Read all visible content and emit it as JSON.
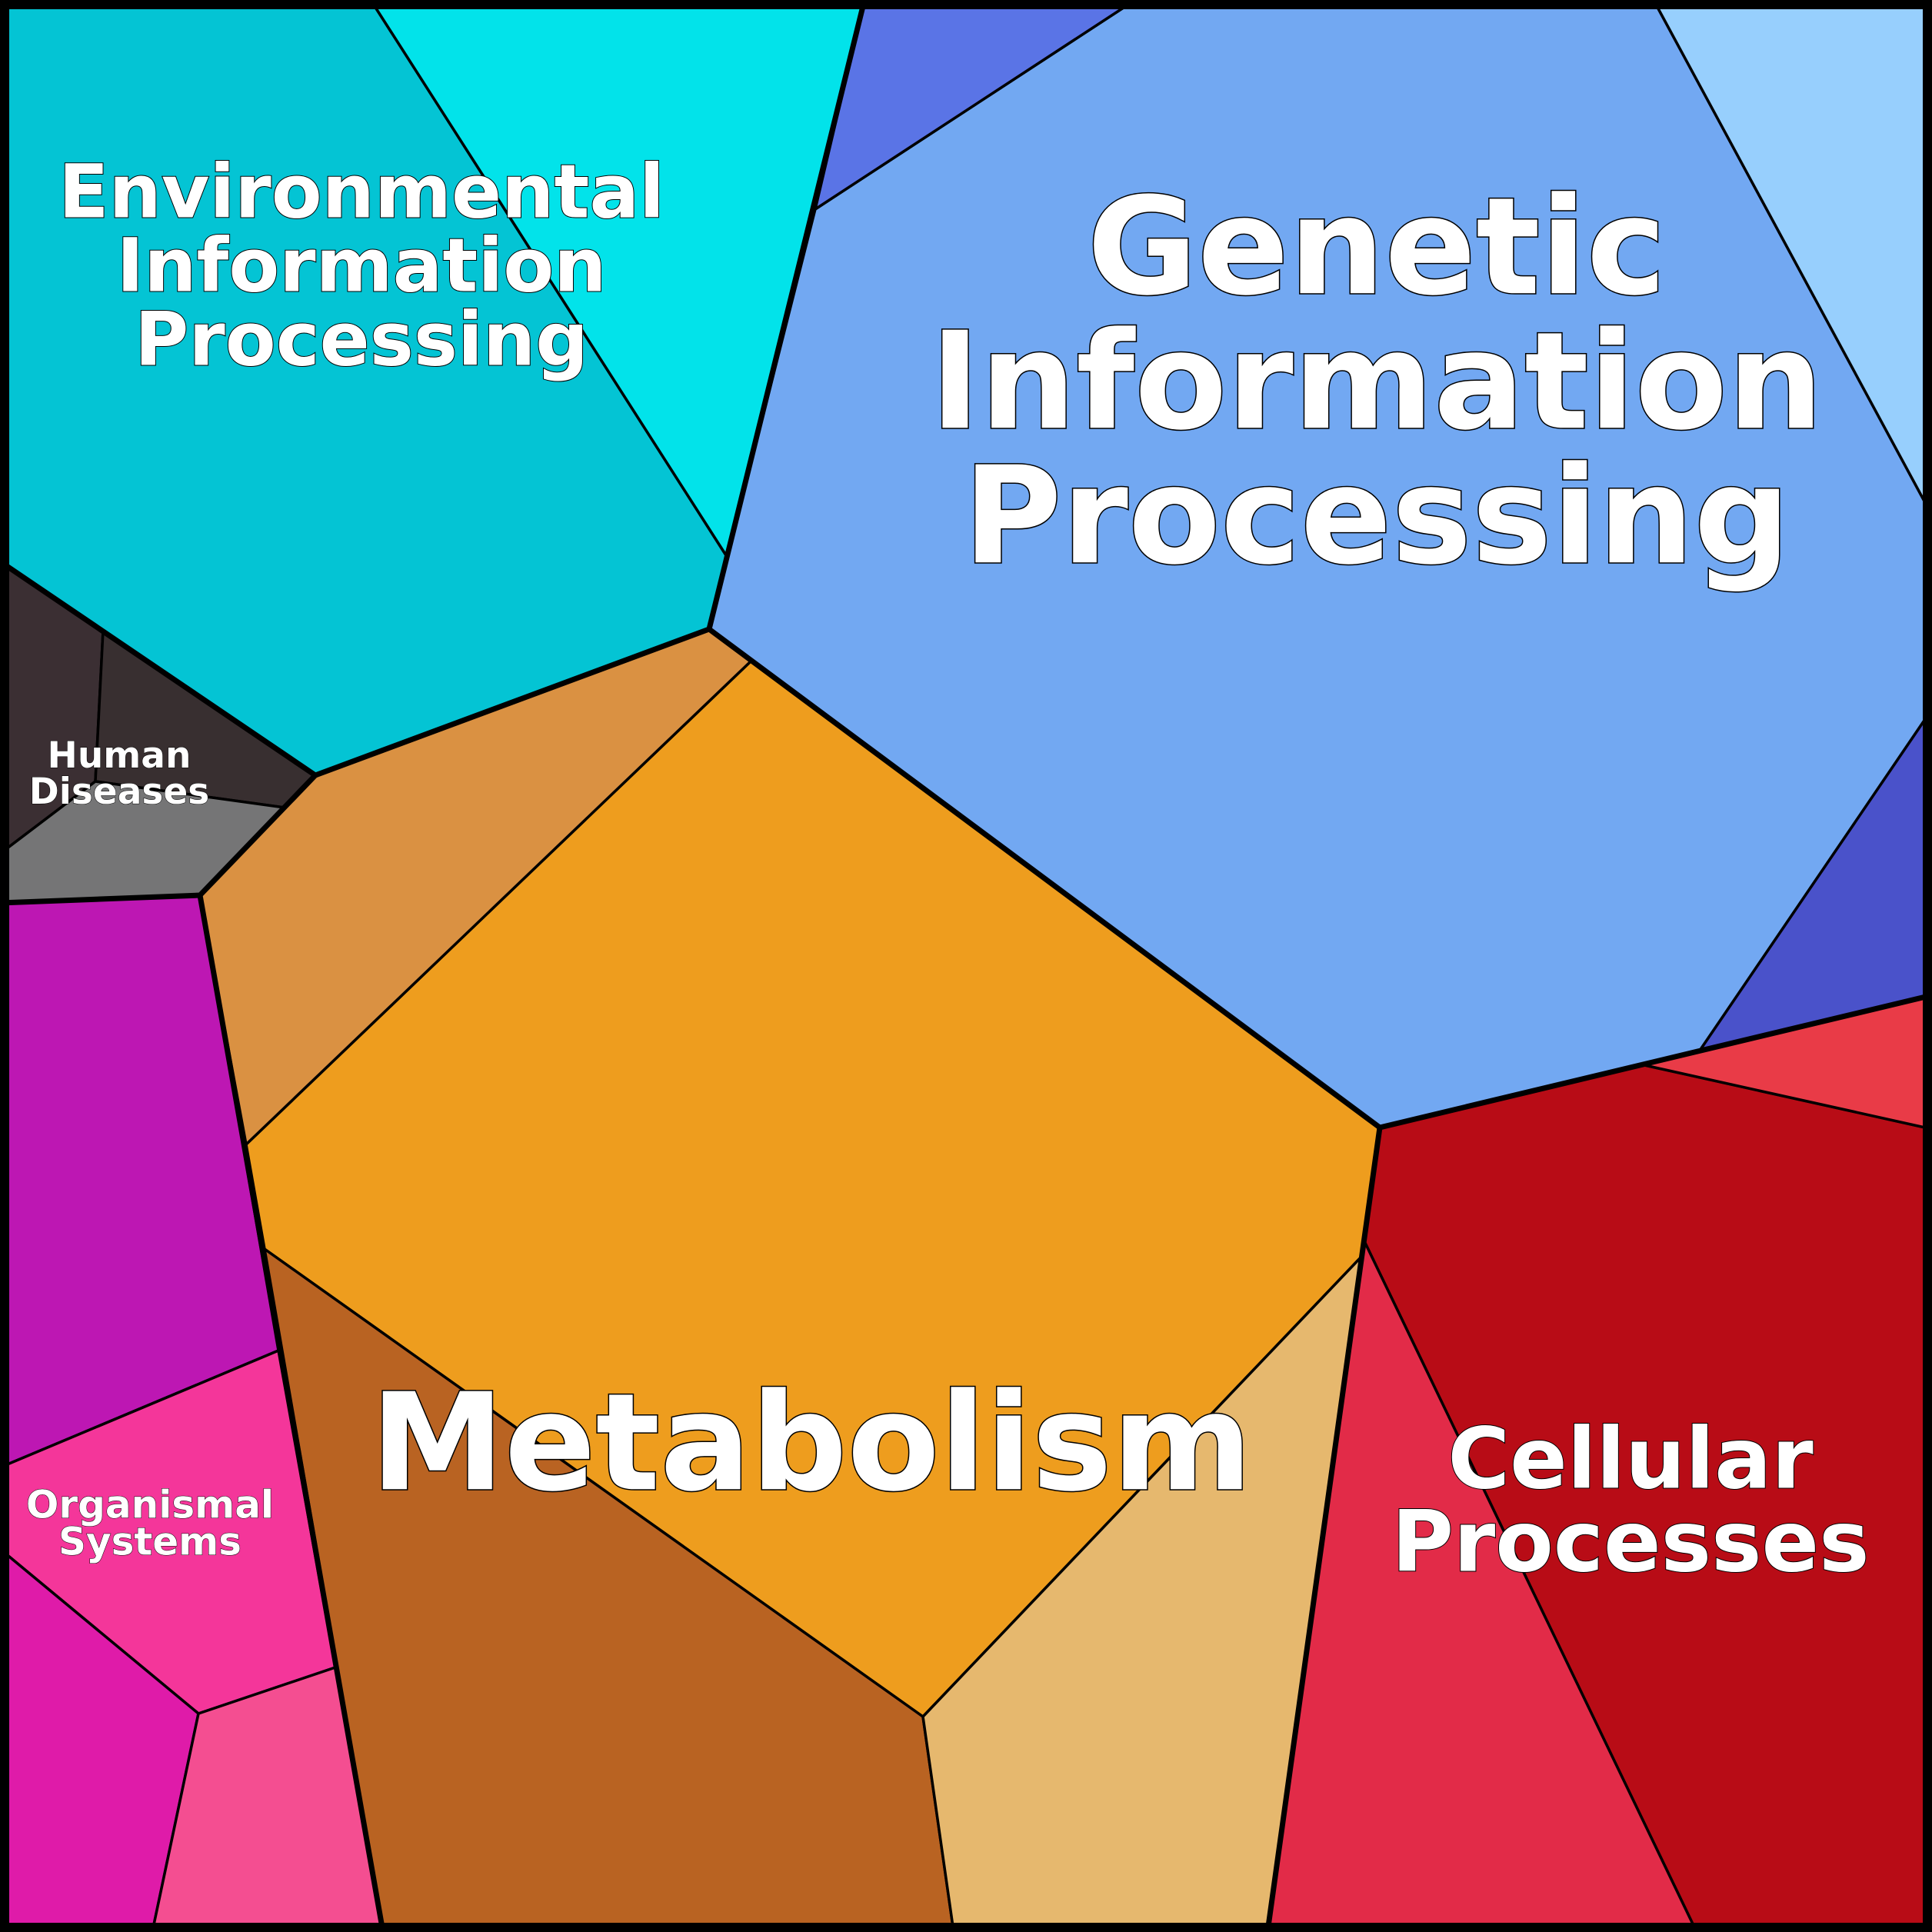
{
  "categories": [
    {
      "key": "genetic",
      "lines": [
        "Genetic",
        "Information",
        "Processing"
      ],
      "color": "#72a8f2"
    },
    {
      "key": "environmental",
      "lines": [
        "Environmental",
        "Information",
        "Processing"
      ],
      "color": "#04c4d4"
    },
    {
      "key": "metabolism",
      "lines": [
        "Metabolism"
      ],
      "color": "#ee9d1e"
    },
    {
      "key": "cellular",
      "lines": [
        "Cellular",
        "Processes"
      ],
      "color": "#b80c16"
    },
    {
      "key": "human",
      "lines": [
        "Human",
        "Diseases"
      ],
      "color": "#3b2f33"
    },
    {
      "key": "organismal",
      "lines": [
        "Organismal",
        "Systems"
      ],
      "color": "#f4369a"
    }
  ],
  "cell_colors": {
    "env_main": "#04c4d4",
    "env_light": "#02e3ea",
    "gen_main": "#72a8f2",
    "gen_dark": "#5a74e6",
    "gen_light": "#97cffd",
    "gen_indigo": "#4a52ca",
    "met_main": "#ee9d1e",
    "met_tan": "#da9142",
    "met_brown": "#b96322",
    "met_pale": "#e6b86e",
    "cell_main": "#b80c16",
    "cell_pink": "#e22b48",
    "cell_coral": "#e93b47",
    "hd_dark": "#3b2f33",
    "hd_brown": "#382f30",
    "hd_grey": "#757576",
    "org_purple": "#bd17b3",
    "org_pink": "#f4369a",
    "org_magenta": "#df1ba9",
    "org_rose": "#f44e91"
  }
}
